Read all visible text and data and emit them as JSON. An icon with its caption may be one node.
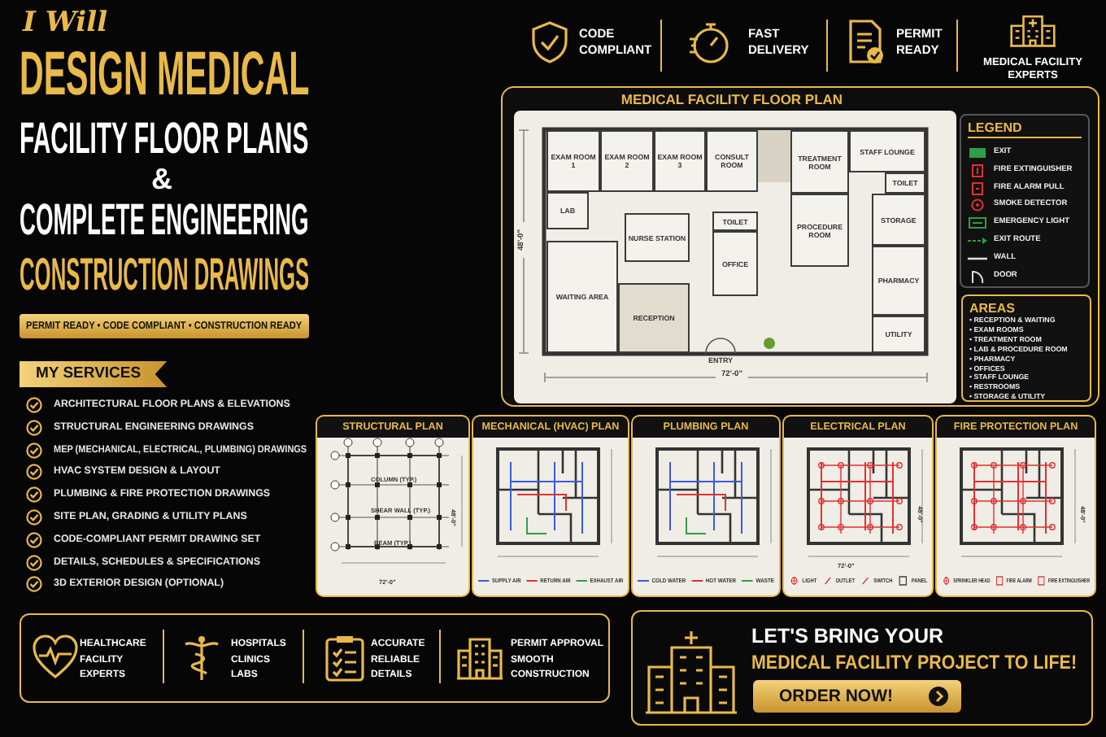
{
  "diagram": {
    "nodes": [
      {
        "text": [
          "MEDICAL FACILITY FLOOR PLAN"
        ]
      },
      {
        "text": [
          "EXAM ROOM 1"
        ],
        "in": 0
      },
      {
        "text": [
          "EXAM ROOM 2"
        ],
        "in": 0
      },
      {
        "text": [
          "EXAM ROOM 3"
        ],
        "in": 0
      },
      {
        "text": [
          "CONSULT ROOM"
        ],
        "in": 0
      },
      {
        "text": [
          "TREATMENT ROOM"
        ],
        "in": 0
      },
      {
        "text": [
          "STAFF LOUNGE"
        ],
        "in": 0
      },
      {
        "text": [
          "TOILET"
        ],
        "in": 0
      },
      {
        "text": [
          "LAB"
        ],
        "in": 0
      },
      {
        "text": [
          "NURSE STATION"
        ],
        "in": 0
      },
      {
        "text": [
          "TOILET"
        ],
        "in": 0
      },
      {
        "text": [
          "PROCEDURE ROOM"
        ],
        "in": 0
      },
      {
        "text": [
          "STORAGE"
        ],
        "in": 0
      },
      {
        "text": [
          "OFFICE"
        ],
        "in": 0
      },
      {
        "text": [
          "WAITING AREA"
        ],
        "in": 0
      },
      {
        "text": [
          "RECEPTION"
        ],
        "in": 0
      },
      {
        "text": [
          "PHARMACY"
        ],
        "in": 0
      },
      {
        "text": [
          "UTILITY"
        ],
        "in": 0
      },
      {
        "text": [
          "AREAS",
          "• RECEPTION & WAITING",
          "• EXAM ROOMS",
          "• TREATMENT ROOM",
          "• LAB & PROCEDURE ROOM",
          "• PHARMACY",
          "• OFFICES",
          "• STAFF LOUNGE",
          "• RESTROOMS",
          "• STORAGE & UTILITY"
        ],
        "in": 0
      },
      {
        "text": [
          "STRUCTURAL PLAN"
        ]
      },
      {
        "text": [
          "MECHANICAL (HVAC) PLAN"
        ]
      },
      {
        "text": [
          "PLUMBING PLAN"
        ]
      },
      {
        "text": [
          "ELECTRICAL PLAN"
        ]
      },
      {
        "text": [
          "FIRE PROTECTION PLAN"
        ]
      }
    ],
    "labels": [
      "I Will",
      "DESIGN MEDICAL",
      "FACILITY FLOOR PLANS",
      "&",
      "COMPLETE ENGINEERING",
      "CONSTRUCTION DRAWINGS",
      "PERMIT READY • CODE COMPLIANT • CONSTRUCTION READY",
      "MY SERVICES",
      "ARCHITECTURAL FLOOR PLANS & ELEVATIONS",
      "STRUCTURAL ENGINEERING DRAWINGS",
      "MEP (MECHANICAL, ELECTRICAL, PLUMBING) DRAWINGS",
      "HVAC SYSTEM DESIGN & LAYOUT",
      "PLUMBING & FIRE PROTECTION DRAWINGS",
      "SITE PLAN, GRADING & UTILITY PLANS",
      "CODE-COMPLIANT PERMIT DRAWING SET",
      "DETAILS, SCHEDULES & SPECIFICATIONS",
      "3D EXTERIOR DESIGN (OPTIONAL)",
      "CODE COMPLIANT",
      "FAST DELIVERY",
      "PERMIT READY",
      "MEDICAL FACILITY EXPERTS",
      "ENTRY",
      "72'-0\"",
      "48'-0\"",
      "LEGEND",
      "COLUMN (TYP.)",
      "SHEAR WALL (TYP.)",
      "BEAM (TYP.)",
      "72'-0\"",
      "48'-0\"",
      "SUPPLY AIR",
      "RETURN AIR",
      "EXHAUST AIR",
      "COLD WATER",
      "HOT WATER",
      "WASTE",
      "72'-0\"",
      "48'-0\"",
      "LIGHT",
      "OUTLET",
      "SWITCH",
      "PANEL",
      "48'-0\"",
      "SPRINKLER HEAD",
      "FIRE ALARM",
      "FIRE EXTINGUISHER",
      "HEALTHCARE FACILITY EXPERTS",
      "HOSPITALS CLINICS LABS",
      "ACCURATE RELIABLE DETAILS",
      "PERMIT APPROVAL SMOOTH CONSTRUCTION",
      "LET'S BRING YOUR",
      "MEDICAL FACILITY PROJECT TO LIFE!",
      "ORDER NOW!"
    ],
    "legend": [
      {
        "text": "EXIT"
      },
      {
        "text": "FIRE EXTINGUISHER"
      },
      {
        "text": "FIRE ALARM PULL"
      },
      {
        "text": "SMOKE DETECTOR"
      },
      {
        "text": "EMERGENCY LIGHT"
      },
      {
        "text": "EXIT ROUTE"
      },
      {
        "text": "WALL"
      },
      {
        "text": "DOOR"
      }
    ]
  }
}
